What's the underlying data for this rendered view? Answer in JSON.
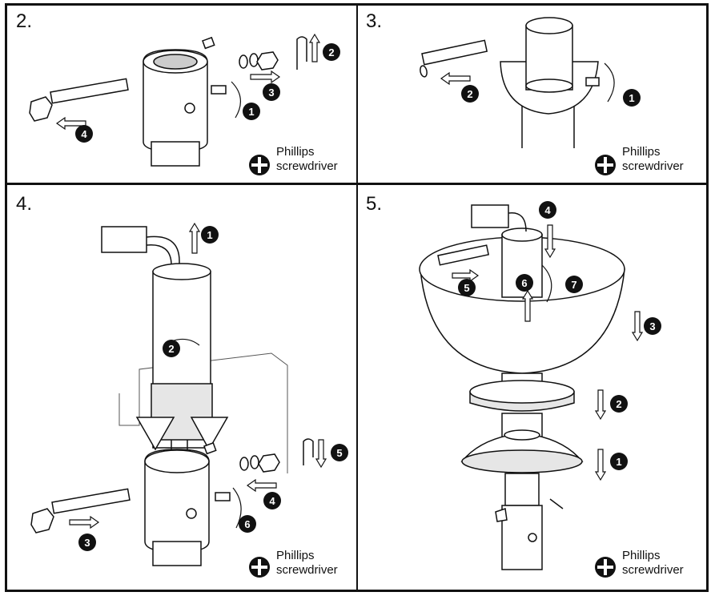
{
  "panels": [
    {
      "step": "2.",
      "tool_line1": "Phillips",
      "tool_line2": "screwdriver",
      "tool_icon": "phillips-head-icon",
      "callouts": [
        "1",
        "2",
        "3",
        "4"
      ]
    },
    {
      "step": "3.",
      "tool_line1": "Phillips",
      "tool_line2": "screwdriver",
      "tool_icon": "phillips-head-icon",
      "callouts": [
        "1",
        "2"
      ]
    },
    {
      "step": "4.",
      "tool_line1": "Phillips",
      "tool_line2": "screwdriver",
      "tool_icon": "phillips-head-icon",
      "callouts": [
        "1",
        "2",
        "3",
        "4",
        "5",
        "6"
      ]
    },
    {
      "step": "5.",
      "tool_line1": "Phillips",
      "tool_line2": "screwdriver",
      "tool_icon": "phillips-head-icon",
      "callouts": [
        "1",
        "2",
        "3",
        "4",
        "5",
        "6",
        "7"
      ]
    }
  ],
  "colors": {
    "line": "#111111",
    "fill": "#ffffff",
    "shade": "#e6e6e6",
    "callout": "#111111"
  }
}
